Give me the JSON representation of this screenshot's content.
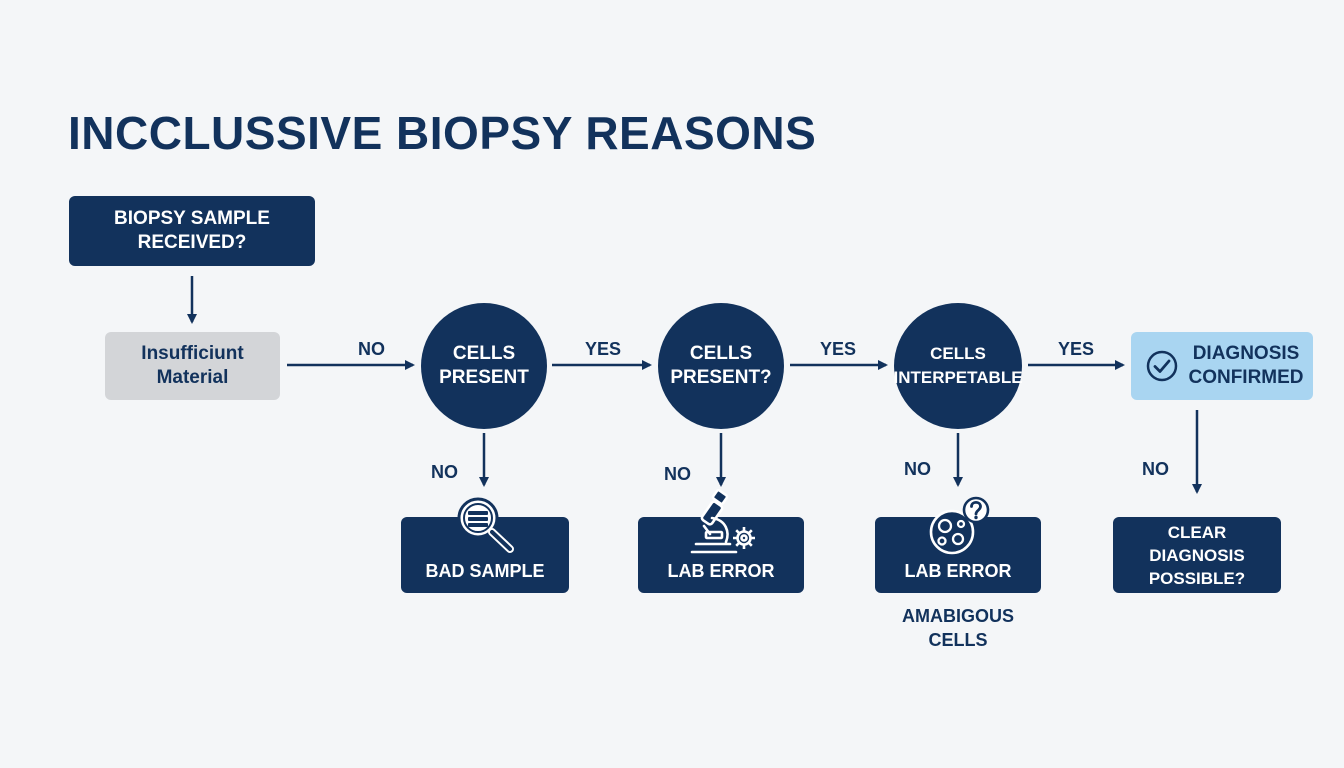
{
  "title": "INCCLUSSIVE BIOPSY REASONS",
  "nodes": {
    "start": "BIOPSY SAMPLE\nRECEIVED?",
    "insufficient": "Insufficiunt\nMaterial",
    "cells_present_1": "CELLS\nPRESENT",
    "cells_present_2": "CELLS\nPRESENT?",
    "cells_interpretable": "CELLS\nINTERPETABLE",
    "diagnosis_confirmed": "DIAGNOSIS\nCONFIRMED",
    "bad_sample": "BAD SAMPLE",
    "lab_error_1": "LAB ERROR",
    "lab_error_2": "LAB ERROR",
    "clear_diagnosis": "CLEAR\nDIAGNOSIS\nPOSSIBLE?"
  },
  "edge_labels": {
    "insufficient_to_cells1": "NO",
    "cells1_to_cells2": "YES",
    "cells2_to_interpretable": "YES",
    "interpretable_to_confirmed": "YES",
    "cells1_down": "NO",
    "cells2_down": "NO",
    "interpretable_down": "NO",
    "confirmed_down": "NO"
  },
  "captions": {
    "ambiguous": "AMABIGOUS\nCELLS"
  },
  "colors": {
    "navy": "#12325c",
    "grey_box": "#d3d5d8",
    "light_blue_box": "#a9d5f1",
    "background": "#f4f6f8"
  },
  "icons": {
    "bad_sample": "magnifier-icon",
    "lab_error_1": "microscope-gear-icon",
    "lab_error_2": "cells-question-icon",
    "diagnosis_confirmed": "check-circle-icon"
  }
}
